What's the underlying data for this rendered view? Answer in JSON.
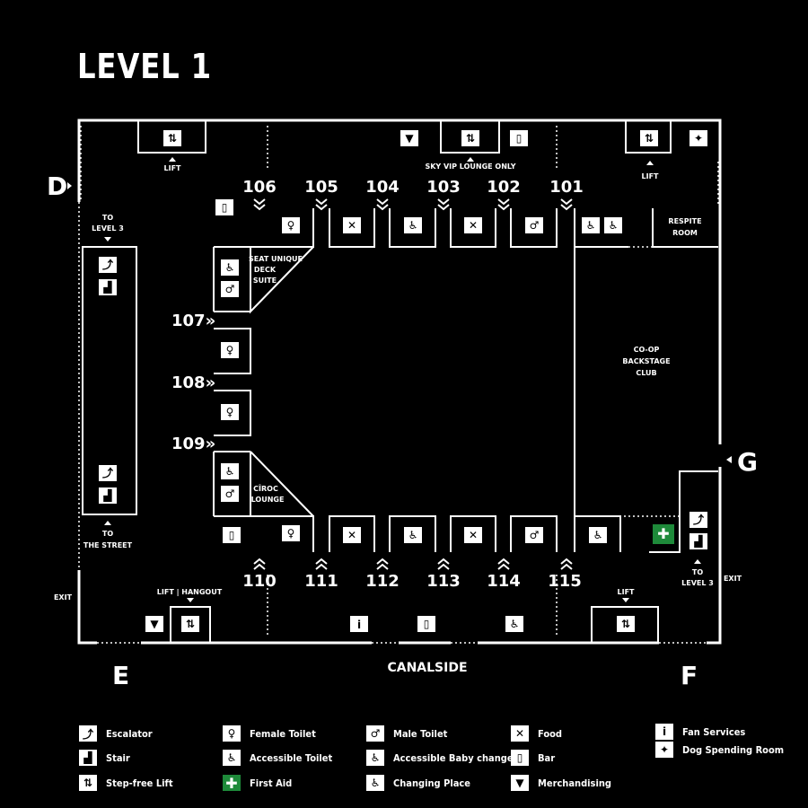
{
  "title": "LEVEL 1",
  "entrances": {
    "d": "D",
    "e": "E",
    "f": "F",
    "g": "G"
  },
  "street_name": "CANALSIDE",
  "top_blocks": [
    "106",
    "105",
    "104",
    "103",
    "102",
    "101"
  ],
  "left_blocks": [
    "107»",
    "108»",
    "109»"
  ],
  "bottom_blocks": [
    "110",
    "111",
    "112",
    "113",
    "114",
    "115"
  ],
  "labels": {
    "lift": "LIFT",
    "sky_vip": "SKY VIP LOUNGE ONLY",
    "lift_hangout": "LIFT | HANGOUT",
    "to_level3_a": "TO",
    "to_level3_b": "LEVEL 3",
    "to_street_a": "TO",
    "to_street_b": "THE STREET",
    "respite_a": "RESPITE",
    "respite_b": "ROOM",
    "seat_a": "SEAT UNIQUE",
    "seat_b": "DECK",
    "seat_c": "SUITE",
    "ciroc_a": "CÎROC",
    "ciroc_b": "LOUNGE",
    "coop_a": "CO-OP",
    "coop_b": "BACKSTAGE",
    "coop_c": "CLUB",
    "exit": "EXIT"
  },
  "legend": [
    {
      "icon": "escalator-icon",
      "glyph": "⤴",
      "label": "Escalator"
    },
    {
      "icon": "stair-icon",
      "glyph": "▟",
      "label": "Stair"
    },
    {
      "icon": "step-free-lift-icon",
      "glyph": "⇅",
      "label": "Step-free Lift"
    },
    {
      "icon": "female-toilet-icon",
      "glyph": "♀",
      "label": "Female Toilet"
    },
    {
      "icon": "accessible-toilet-icon",
      "glyph": "♿",
      "label": "Accessible Toilet"
    },
    {
      "icon": "first-aid-icon",
      "glyph": "✚",
      "label": "First Aid"
    },
    {
      "icon": "male-toilet-icon",
      "glyph": "♂",
      "label": "Male Toilet"
    },
    {
      "icon": "accessible-baby-change-icon",
      "glyph": "♿",
      "label": "Accessible Baby change"
    },
    {
      "icon": "changing-place-icon",
      "glyph": "♿",
      "label": "Changing Place"
    },
    {
      "icon": "food-icon",
      "glyph": "✕",
      "label": "Food"
    },
    {
      "icon": "bar-icon",
      "glyph": "▯",
      "label": "Bar"
    },
    {
      "icon": "merchandising-icon",
      "glyph": "▼",
      "label": "Merchandising"
    },
    {
      "icon": "fan-services-icon",
      "glyph": "i",
      "label": "Fan Services"
    },
    {
      "icon": "dog-spending-room-icon",
      "glyph": "✦",
      "label": "Dog Spending Room"
    }
  ],
  "colors": {
    "background": "#000000",
    "foreground": "#ffffff",
    "first_aid": "#1e8a3a"
  }
}
